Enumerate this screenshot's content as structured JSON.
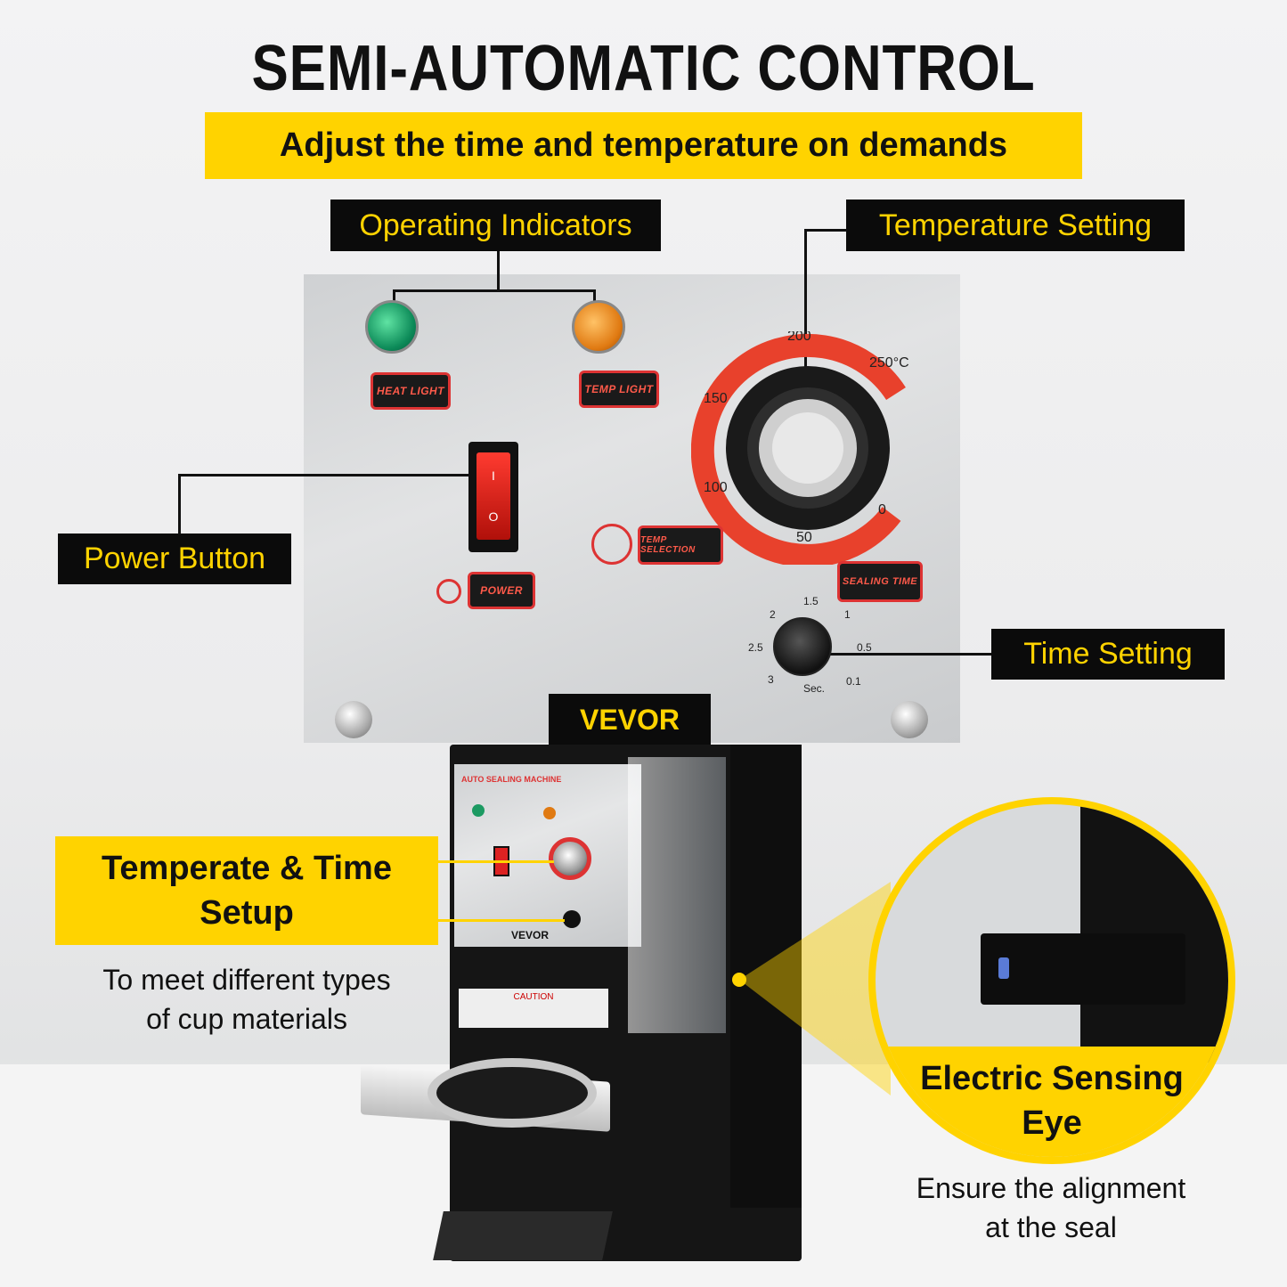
{
  "header": {
    "title": "SEMI-AUTOMATIC CONTROL",
    "subtitle": "Adjust the time and temperature on demands"
  },
  "callouts": {
    "operating_indicators": "Operating Indicators",
    "temperature_setting": "Temperature Setting",
    "power_button": "Power Button",
    "time_setting": "Time Setting"
  },
  "panel": {
    "heat_light": "HEAT LIGHT",
    "temp_light": "TEMP LIGHT",
    "temp_selection": "TEMP SELECTION",
    "power": "POWER",
    "sealing_time": "SEALING TIME",
    "switch_on": "I",
    "switch_off": "O",
    "temp_dial": [
      "200",
      "250°C",
      "150",
      "100",
      "50",
      "0"
    ],
    "time_dial": [
      "1.5",
      "2",
      "1",
      "2.5",
      "0.5",
      "3",
      "0.1"
    ],
    "time_unit": "Sec.",
    "brand": "VEVOR"
  },
  "machine": {
    "brand": "VEVOR",
    "panel_title": "AUTO SEALING MACHINE",
    "caution": "CAUTION"
  },
  "feature_left": {
    "title_line1": "Temperate & Time",
    "title_line2": "Setup",
    "desc_line1": "To meet different types",
    "desc_line2": "of cup materials"
  },
  "feature_right": {
    "title_line1": "Electric Sensing",
    "title_line2": "Eye",
    "desc_line1": "Ensure the alignment",
    "desc_line2": "at the seal"
  },
  "colors": {
    "accent_yellow": "#ffd300",
    "tag_black": "#0b0b0b",
    "dial_red": "#e8412c"
  }
}
